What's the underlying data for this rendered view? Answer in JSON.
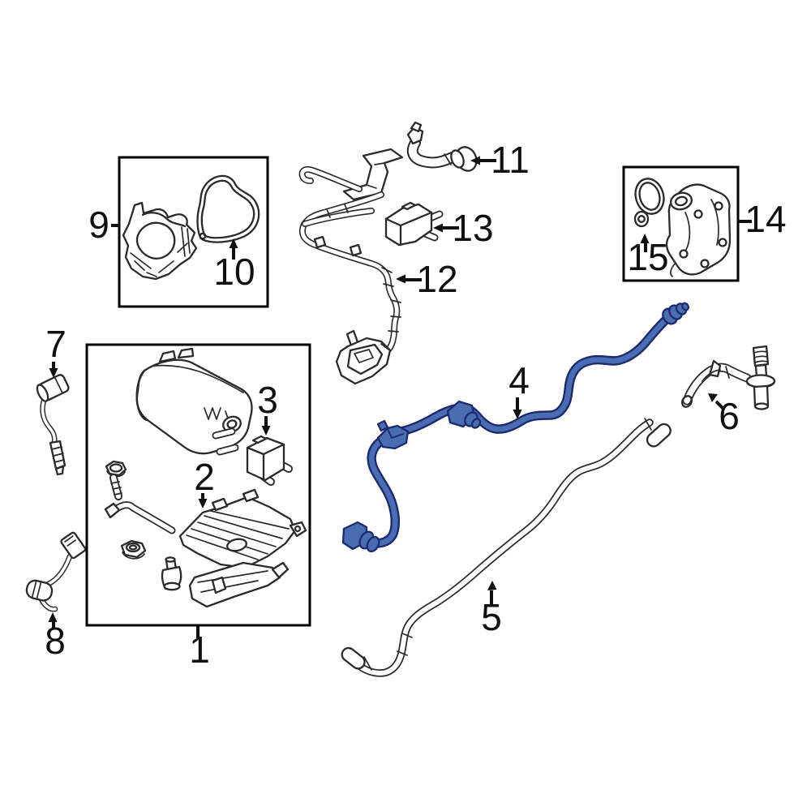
{
  "figure": {
    "type": "exploded-parts-diagram",
    "background": "#ffffff",
    "line_color": "#2a2a2a",
    "label_color": "#101010",
    "box_border_color": "#000000",
    "highlight_fill": "#4a6cb2",
    "highlight_outline": "#1b2a6e",
    "highlighted_callout": "4"
  },
  "callouts": {
    "c1": "1",
    "c2": "2",
    "c3": "3",
    "c4": "4",
    "c5": "5",
    "c6": "6",
    "c7": "7",
    "c8": "8",
    "c9": "9",
    "c10": "10",
    "c11": "11",
    "c12": "12",
    "c13": "13",
    "c14": "14",
    "c15": "15"
  }
}
